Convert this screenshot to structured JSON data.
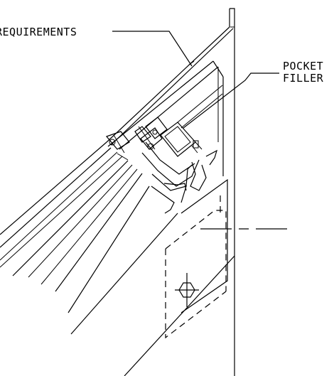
{
  "diagram": {
    "labels": {
      "requirements": "REQUIREMENTS",
      "pocket": "POCKET",
      "filler": "FILLER"
    }
  }
}
